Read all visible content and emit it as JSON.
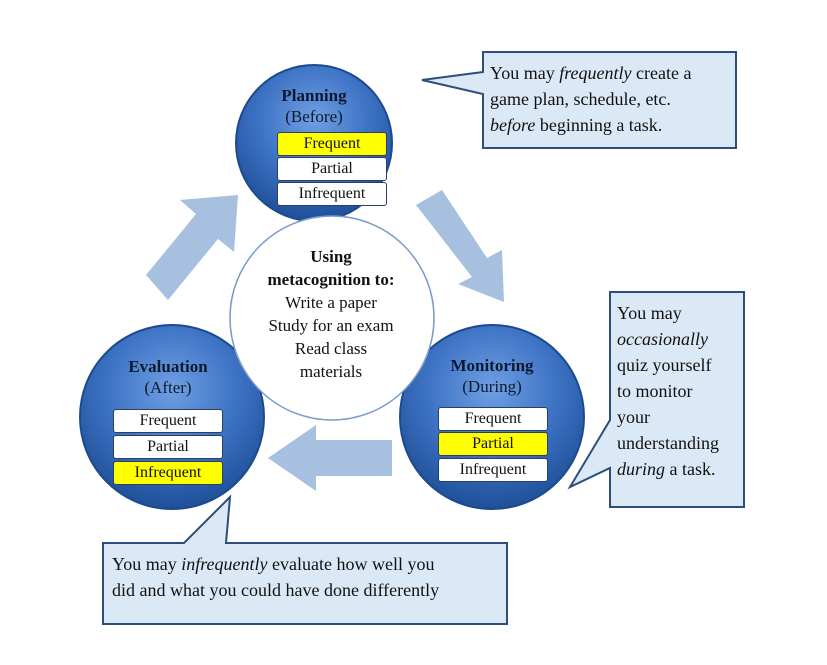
{
  "colors": {
    "circle_dark": "#1f4f98",
    "circle_light": "#6f9fe3",
    "arrow": "#9db9dc",
    "callout_fill": "#dbe9f6",
    "callout_border": "#2d4d7c",
    "highlight": "#ffff00"
  },
  "planning": {
    "title": "Planning",
    "subtitle": "(Before)",
    "options": [
      "Frequent",
      "Partial",
      "Infrequent"
    ],
    "selected": "Frequent"
  },
  "monitoring": {
    "title": "Monitoring",
    "subtitle": "(During)",
    "options": [
      "Frequent",
      "Partial",
      "Infrequent"
    ],
    "selected": "Partial"
  },
  "evaluation": {
    "title": "Evaluation",
    "subtitle": "(After)",
    "options": [
      "Frequent",
      "Partial",
      "Infrequent"
    ],
    "selected": "Infrequent"
  },
  "center": {
    "heading_line1": "Using",
    "heading_line2": "metacognition to:",
    "items": [
      "Write a paper",
      "Study for an exam",
      "Read class",
      "materials"
    ]
  },
  "callout_planning": {
    "line1_a": "You may ",
    "line1_em": "frequently",
    "line1_b": " create a",
    "line2": "game plan, schedule, etc.",
    "line3_em": "before",
    "line3_b": " beginning a task."
  },
  "callout_monitoring": {
    "line1": "You may",
    "line2_em": "occasionally",
    "line3": "quiz yourself",
    "line4": "to monitor",
    "line5": "your",
    "line6": "understanding",
    "line7_em": "during",
    "line7_b": " a task."
  },
  "callout_evaluation": {
    "line1_a": "You may ",
    "line1_em": "infrequently",
    "line1_b": " evaluate how well you",
    "line2": "did and what you could have done differently"
  }
}
